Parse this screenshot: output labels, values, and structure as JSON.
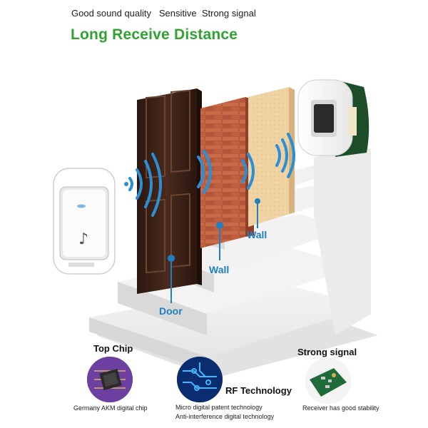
{
  "header": {
    "tagline": "Good sound quality   Sensitive  Strong signal",
    "headline": "Long Receive Distance"
  },
  "scene": {
    "labels": {
      "door": "Door",
      "wall1": "Wall",
      "wall2": "Wall"
    },
    "transmitter": {
      "icon": "music-note-icon"
    }
  },
  "features": [
    {
      "title": "Top Chip",
      "caption": "Germany AKM digital chip",
      "icon": "chip-icon"
    },
    {
      "title": "RF Technology",
      "caption_lines": [
        "Micro digital patent technology",
        "Anti-interference digital technology"
      ],
      "icon": "circuit-icon"
    },
    {
      "title": "Strong signal",
      "caption": "Receiver has good stability",
      "icon": "circuit-board-icon"
    }
  ],
  "colors": {
    "headline": "#2ea332",
    "label": "#1f7fc0",
    "signal": "#2b8fd6"
  }
}
